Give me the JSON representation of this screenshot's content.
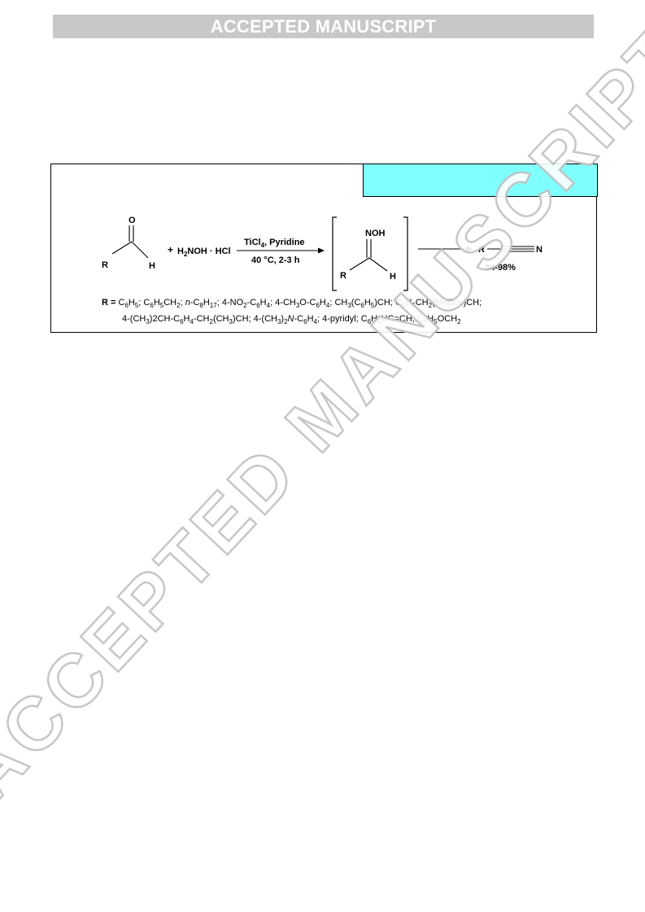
{
  "banner": {
    "title": "ACCEPTED MANUSCRIPT"
  },
  "watermark": {
    "text": "ACCEPTED MANUSCRIPT"
  },
  "scheme": {
    "aldehyde": {
      "oxygen": "O",
      "r_label": "R",
      "h_label": "H"
    },
    "plus": "+",
    "reagent": {
      "main": "H",
      "sub": "2",
      "rest": "NOH · HCl"
    },
    "conditions": {
      "line1_pre": "TiCl",
      "line1_sub": "4",
      "line1_post": ", Pyridine",
      "line2": "40 °C, 2-3 h"
    },
    "intermediate": {
      "top": "NOH",
      "r_label": "R",
      "h_label": "H"
    },
    "product": {
      "r_label": "R",
      "n_label": "N",
      "yield": "84-98%"
    }
  },
  "r_definition": {
    "line1_label": "R = ",
    "line1": [
      {
        "t": "C"
      },
      {
        "s": "6"
      },
      {
        "t": "H"
      },
      {
        "s": "5"
      },
      {
        "t": "; C"
      },
      {
        "s": "6"
      },
      {
        "t": "H"
      },
      {
        "s": "5"
      },
      {
        "t": "CH"
      },
      {
        "s": "2"
      },
      {
        "t": "; "
      },
      {
        "i": "n"
      },
      {
        "t": "-C"
      },
      {
        "s": "8"
      },
      {
        "t": "H"
      },
      {
        "s": "17"
      },
      {
        "t": "; 4-NO"
      },
      {
        "s": "2"
      },
      {
        "t": "-C"
      },
      {
        "s": "6"
      },
      {
        "t": "H"
      },
      {
        "s": "4"
      },
      {
        "t": "; 4-CH"
      },
      {
        "s": "3"
      },
      {
        "t": "O-C"
      },
      {
        "s": "6"
      },
      {
        "t": "H"
      },
      {
        "s": "4"
      },
      {
        "t": "; CH"
      },
      {
        "s": "3"
      },
      {
        "t": "(C"
      },
      {
        "s": "6"
      },
      {
        "t": "H"
      },
      {
        "s": "5"
      },
      {
        "t": ")CH; C"
      },
      {
        "s": "6"
      },
      {
        "t": "H"
      },
      {
        "s": "5"
      },
      {
        "t": "CH"
      },
      {
        "s": "2"
      },
      {
        "t": "(NHBoc)CH;"
      }
    ],
    "line2": [
      {
        "t": "4-(CH"
      },
      {
        "s": "3"
      },
      {
        "t": ")2CH-C"
      },
      {
        "s": "6"
      },
      {
        "t": "H"
      },
      {
        "s": "4"
      },
      {
        "t": "-CH"
      },
      {
        "s": "2"
      },
      {
        "t": "(CH"
      },
      {
        "s": "3"
      },
      {
        "t": ")CH; 4-(CH"
      },
      {
        "s": "3"
      },
      {
        "t": ")"
      },
      {
        "s": "2"
      },
      {
        "i": "N"
      },
      {
        "t": "-C"
      },
      {
        "s": "6"
      },
      {
        "t": "H"
      },
      {
        "s": "4"
      },
      {
        "t": "; 4-pyridyl; C"
      },
      {
        "s": "6"
      },
      {
        "t": "H"
      },
      {
        "s": "5"
      },
      {
        "t": "HC=CH; C"
      },
      {
        "s": "6"
      },
      {
        "t": "H"
      },
      {
        "s": "5"
      },
      {
        "t": "OCH"
      },
      {
        "s": "2"
      }
    ]
  },
  "colors": {
    "banner_bg": "#c8c8ca",
    "highlight_box": "#80ffff",
    "watermark_stroke": "#c2c2c2"
  }
}
